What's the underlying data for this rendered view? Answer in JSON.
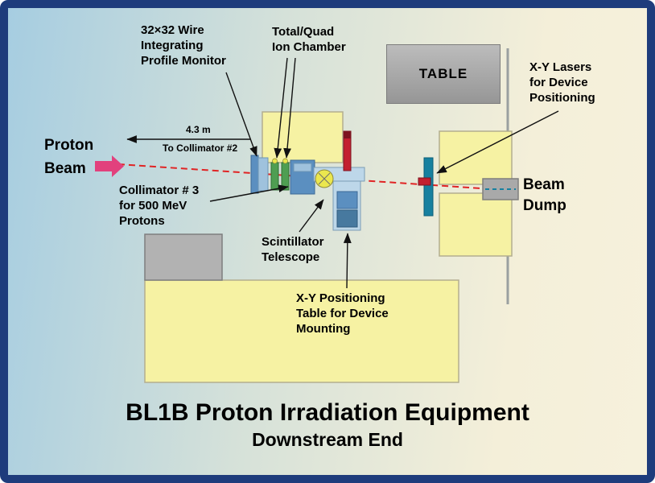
{
  "title": "BL1B Proton Irradiation Equipment",
  "subtitle": "Downstream End",
  "labels": {
    "profile_monitor": "32×32 Wire\nIntegrating\nProfile Monitor",
    "ion_chamber": "Total/Quad\nIon Chamber",
    "table": "TABLE",
    "xy_lasers": "X-Y Lasers\nfor Device\nPositioning",
    "proton_beam": "Proton\nBeam",
    "distance": "4.3 m",
    "to_collimator": "To Collimator #2",
    "collimator3": "Collimator # 3\nfor 500 MeV\nProtons",
    "scintillator": "Scintillator\nTelescope",
    "beam_dump": "Beam\nDump",
    "xy_table": "X-Y Positioning\nTable for Device\nMounting"
  },
  "colors": {
    "frame-navy": "#1e3c7c",
    "bg-left": "#a6cde1",
    "bg-right": "#f4efd9",
    "beam-red": "#e02424",
    "proton-pink": "#e2417d",
    "equipment-yellow": "#f6f2a3",
    "table-gray": "#a9a9a9",
    "laser-teal": "#17809f",
    "steel-blue": "#5b8fc0",
    "pale-blue": "#bdd7e9",
    "chamber-green": "#4f9e52",
    "red-bar": "#c3202f"
  }
}
